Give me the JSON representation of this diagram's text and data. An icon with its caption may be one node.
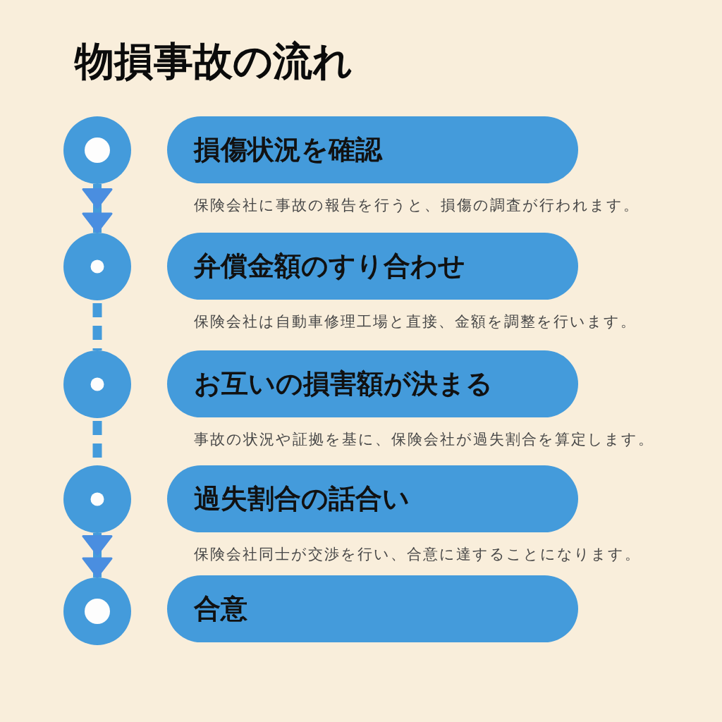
{
  "diagram": {
    "title": "物損事故の流れ",
    "nodes": [
      {
        "text": [],
        "shape": "circle"
      },
      {
        "text": [
          "損傷状況を確認"
        ],
        "beside": [
          "保険会社に事故の報告を行うと、損傷の調査が行われます。"
        ]
      },
      {
        "text": [],
        "shape": "circle"
      },
      {
        "text": [
          "弁償金額のすり合わせ"
        ],
        "beside": [
          "保険会社は自動車修理工場と直接、金額を調整を行います。"
        ]
      },
      {
        "text": [],
        "shape": "circle"
      },
      {
        "text": [
          "お互いの損害額が決まる"
        ],
        "beside": [
          "事故の状況や証拠を基に、保険会社が過失割合を算定します。"
        ]
      },
      {
        "text": [],
        "shape": "circle"
      },
      {
        "text": [
          "過失割合の話合い"
        ],
        "beside": [
          "保険会社同士が交渉を行い、合意に達することになります。"
        ]
      },
      {
        "text": [],
        "shape": "circle"
      },
      {
        "text": [
          "合意"
        ]
      }
    ],
    "edges": [
      {
        "from": 0,
        "to": 2,
        "arrow": "to"
      },
      {
        "from": 2,
        "to": 4,
        "arrow": "none",
        "style": "dashed"
      },
      {
        "from": 4,
        "to": 6,
        "arrow": "none",
        "style": "dashed"
      },
      {
        "from": 6,
        "to": 8,
        "arrow": "to"
      }
    ]
  }
}
